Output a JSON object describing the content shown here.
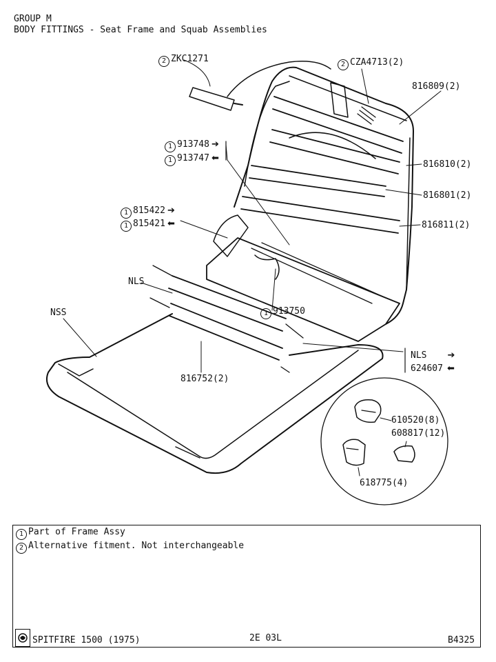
{
  "header": {
    "group": "GROUP M",
    "title": "BODY FITTINGS - Seat Frame and Squab Assemblies"
  },
  "callouts": {
    "zkc1271": {
      "marker": "2",
      "part": "ZKC1271"
    },
    "cza4713": {
      "marker": "2",
      "part": "CZA4713(2)"
    },
    "p816809": {
      "part": "816809(2)"
    },
    "p913748": {
      "marker": "1",
      "part": "913748"
    },
    "p913747": {
      "marker": "1",
      "part": "913747"
    },
    "p816810": {
      "part": "816810(2)"
    },
    "p816801": {
      "part": "816801(2)"
    },
    "p815422": {
      "marker": "1",
      "part": "815422"
    },
    "p815421": {
      "marker": "1",
      "part": "815421"
    },
    "p816811": {
      "part": "816811(2)"
    },
    "nls_left": {
      "part": "NLS"
    },
    "nss": {
      "part": "NSS"
    },
    "p913750": {
      "marker": "1",
      "part": "913750"
    },
    "nls_right": {
      "part": "NLS"
    },
    "p624607": {
      "part": "624607"
    },
    "p816752": {
      "part": "816752(2)"
    },
    "p610520": {
      "part": "610520(8)"
    },
    "p608817": {
      "part": "608817(12)"
    },
    "p618775": {
      "part": "618775(4)"
    }
  },
  "notes": [
    {
      "marker": "1",
      "text": "Part of Frame Assy"
    },
    {
      "marker": "2",
      "text": "Alternative fitment. Not interchangeable"
    }
  ],
  "footer": {
    "model": "SPITFIRE 1500 (1975)",
    "page_code": "2E 03L",
    "ref": "B4325"
  },
  "icons": {
    "right_hand": "right-arrow-icon",
    "left_hand": "left-arrow-icon",
    "logo": "british-leyland-logo-icon"
  }
}
